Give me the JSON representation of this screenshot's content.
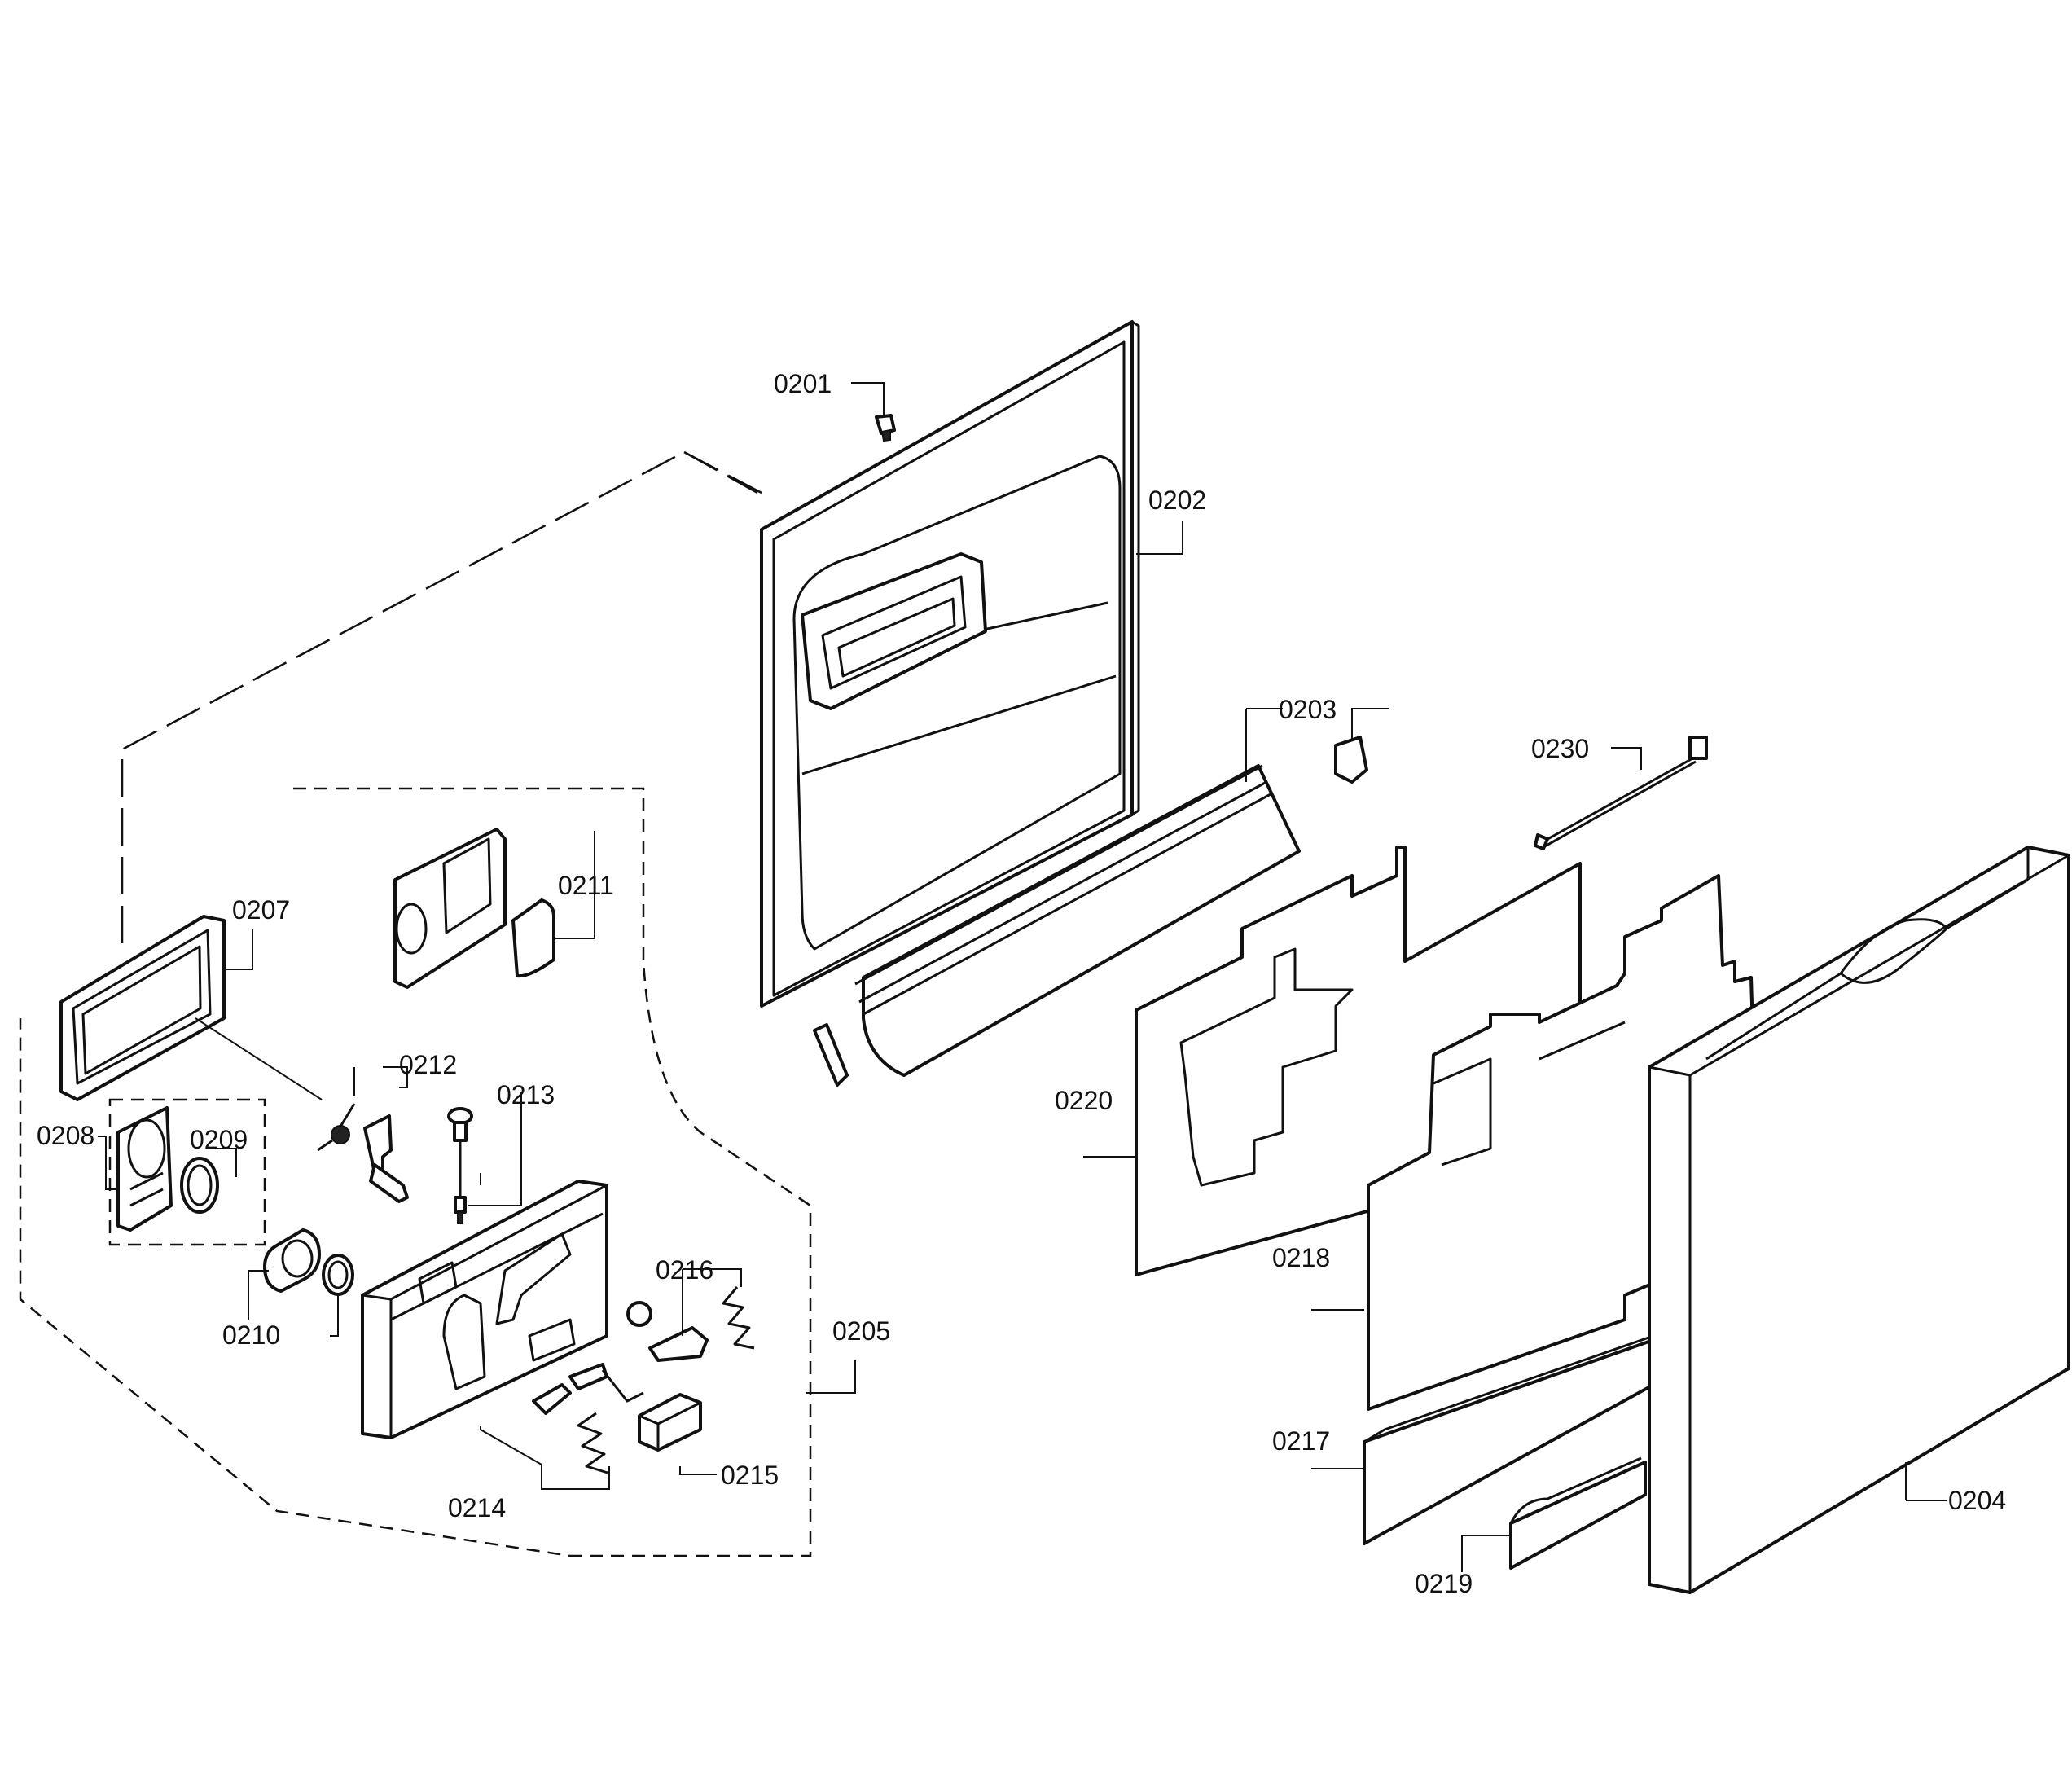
{
  "labels": {
    "p0201": "0201",
    "p0202": "0202",
    "p0203": "0203",
    "p0204": "0204",
    "p0205": "0205",
    "p0207": "0207",
    "p0208": "0208",
    "p0209": "0209",
    "p0210": "0210",
    "p0211": "0211",
    "p0212": "0212",
    "p0213": "0213",
    "p0214": "0214",
    "p0215": "0215",
    "p0216": "0216",
    "p0217": "0217",
    "p0218": "0218",
    "p0219": "0219",
    "p0220": "0220",
    "p0230": "0230"
  },
  "colors": {
    "line": "#111111",
    "background": "#ffffff"
  }
}
